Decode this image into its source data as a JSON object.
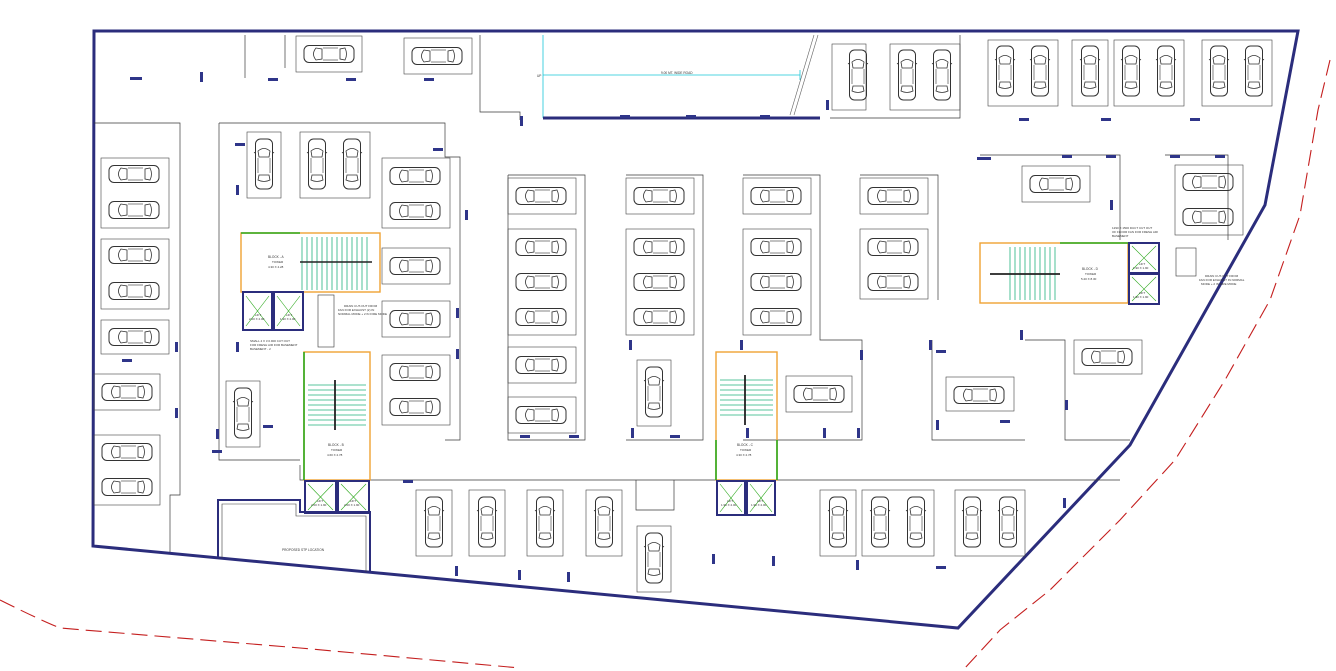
{
  "drawing": {
    "road_label": "9.00 MT. WIDE ROAD",
    "stp_label": "PROPOSED STP LOCATION",
    "up_label": "UP"
  },
  "blocks": {
    "a": {
      "title": "BLOCK - A",
      "sub": "TOWER",
      "size": "4.30 X 4.28"
    },
    "b": {
      "title": "BLOCK - B",
      "sub": "TOWER",
      "size": "4.60 X 2.78"
    },
    "c": {
      "title": "BLOCK - C",
      "sub": "TOWER",
      "size": "4.30 X 2.78"
    },
    "d": {
      "title": "BLOCK - D",
      "sub": "TOWER",
      "size": "5.20 X 8.30"
    }
  },
  "lifts": {
    "a1": {
      "name": "LIFT",
      "size": "2.00 X 2.00"
    },
    "a2": {
      "name": "LIFT",
      "size": "1.90 X 2.00"
    },
    "b1": {
      "name": "LIFT",
      "size": "2.00 X 1.90"
    },
    "b2": {
      "name": "LIFT",
      "size": "2.00 X 1.90"
    },
    "c1": {
      "name": "LIFT",
      "size": "1.90 X 2.00"
    },
    "c2": {
      "name": "LIFT",
      "size": "1.90 X 2.00"
    },
    "d1": {
      "name": "LIFT",
      "size": "1.90 X 1.90"
    },
    "d2": {
      "name": "LIFT",
      "size": "1.90 X 1.90"
    }
  },
  "notes": {
    "shaft_a": [
      "DRAIN CUT-OUT FROM",
      "FAN FOR EXHAUST (2) IN",
      "NORMAL MODE + 2 IN FIRE MODE"
    ],
    "cutout_a": [
      "SMALL 4 X 3 0.900 CUT OUT",
      "FOR FRESH AIR FOR BASEMENT",
      "BASEMENT - 2"
    ],
    "cutout_d": [
      "1290 X 1500 DUCT CUT OUT",
      "OF FLOOR FAN FOR FRESH AIR",
      "BASEMENT"
    ],
    "shaft_d": [
      "DRAIN CUT-OUT FROM",
      "FAN FOR EXHAUST IN NORMAL",
      "MODE + 2 IN FIRE MODE"
    ]
  },
  "colors": {
    "outline": "#2b2d7c",
    "walls": "#2f3589",
    "thin_lines": "#3a3a3a",
    "bays": "#444444",
    "cars": "#333333",
    "stairs": "#22b37e",
    "core_orange": "#f0a234",
    "core_green": "#2aa81a",
    "ramp_cyan": "#19c6d8",
    "boundary": "#c41e1e"
  },
  "icons": [
    "car-icon",
    "stair-icon",
    "lift-icon",
    "column-mark"
  ]
}
